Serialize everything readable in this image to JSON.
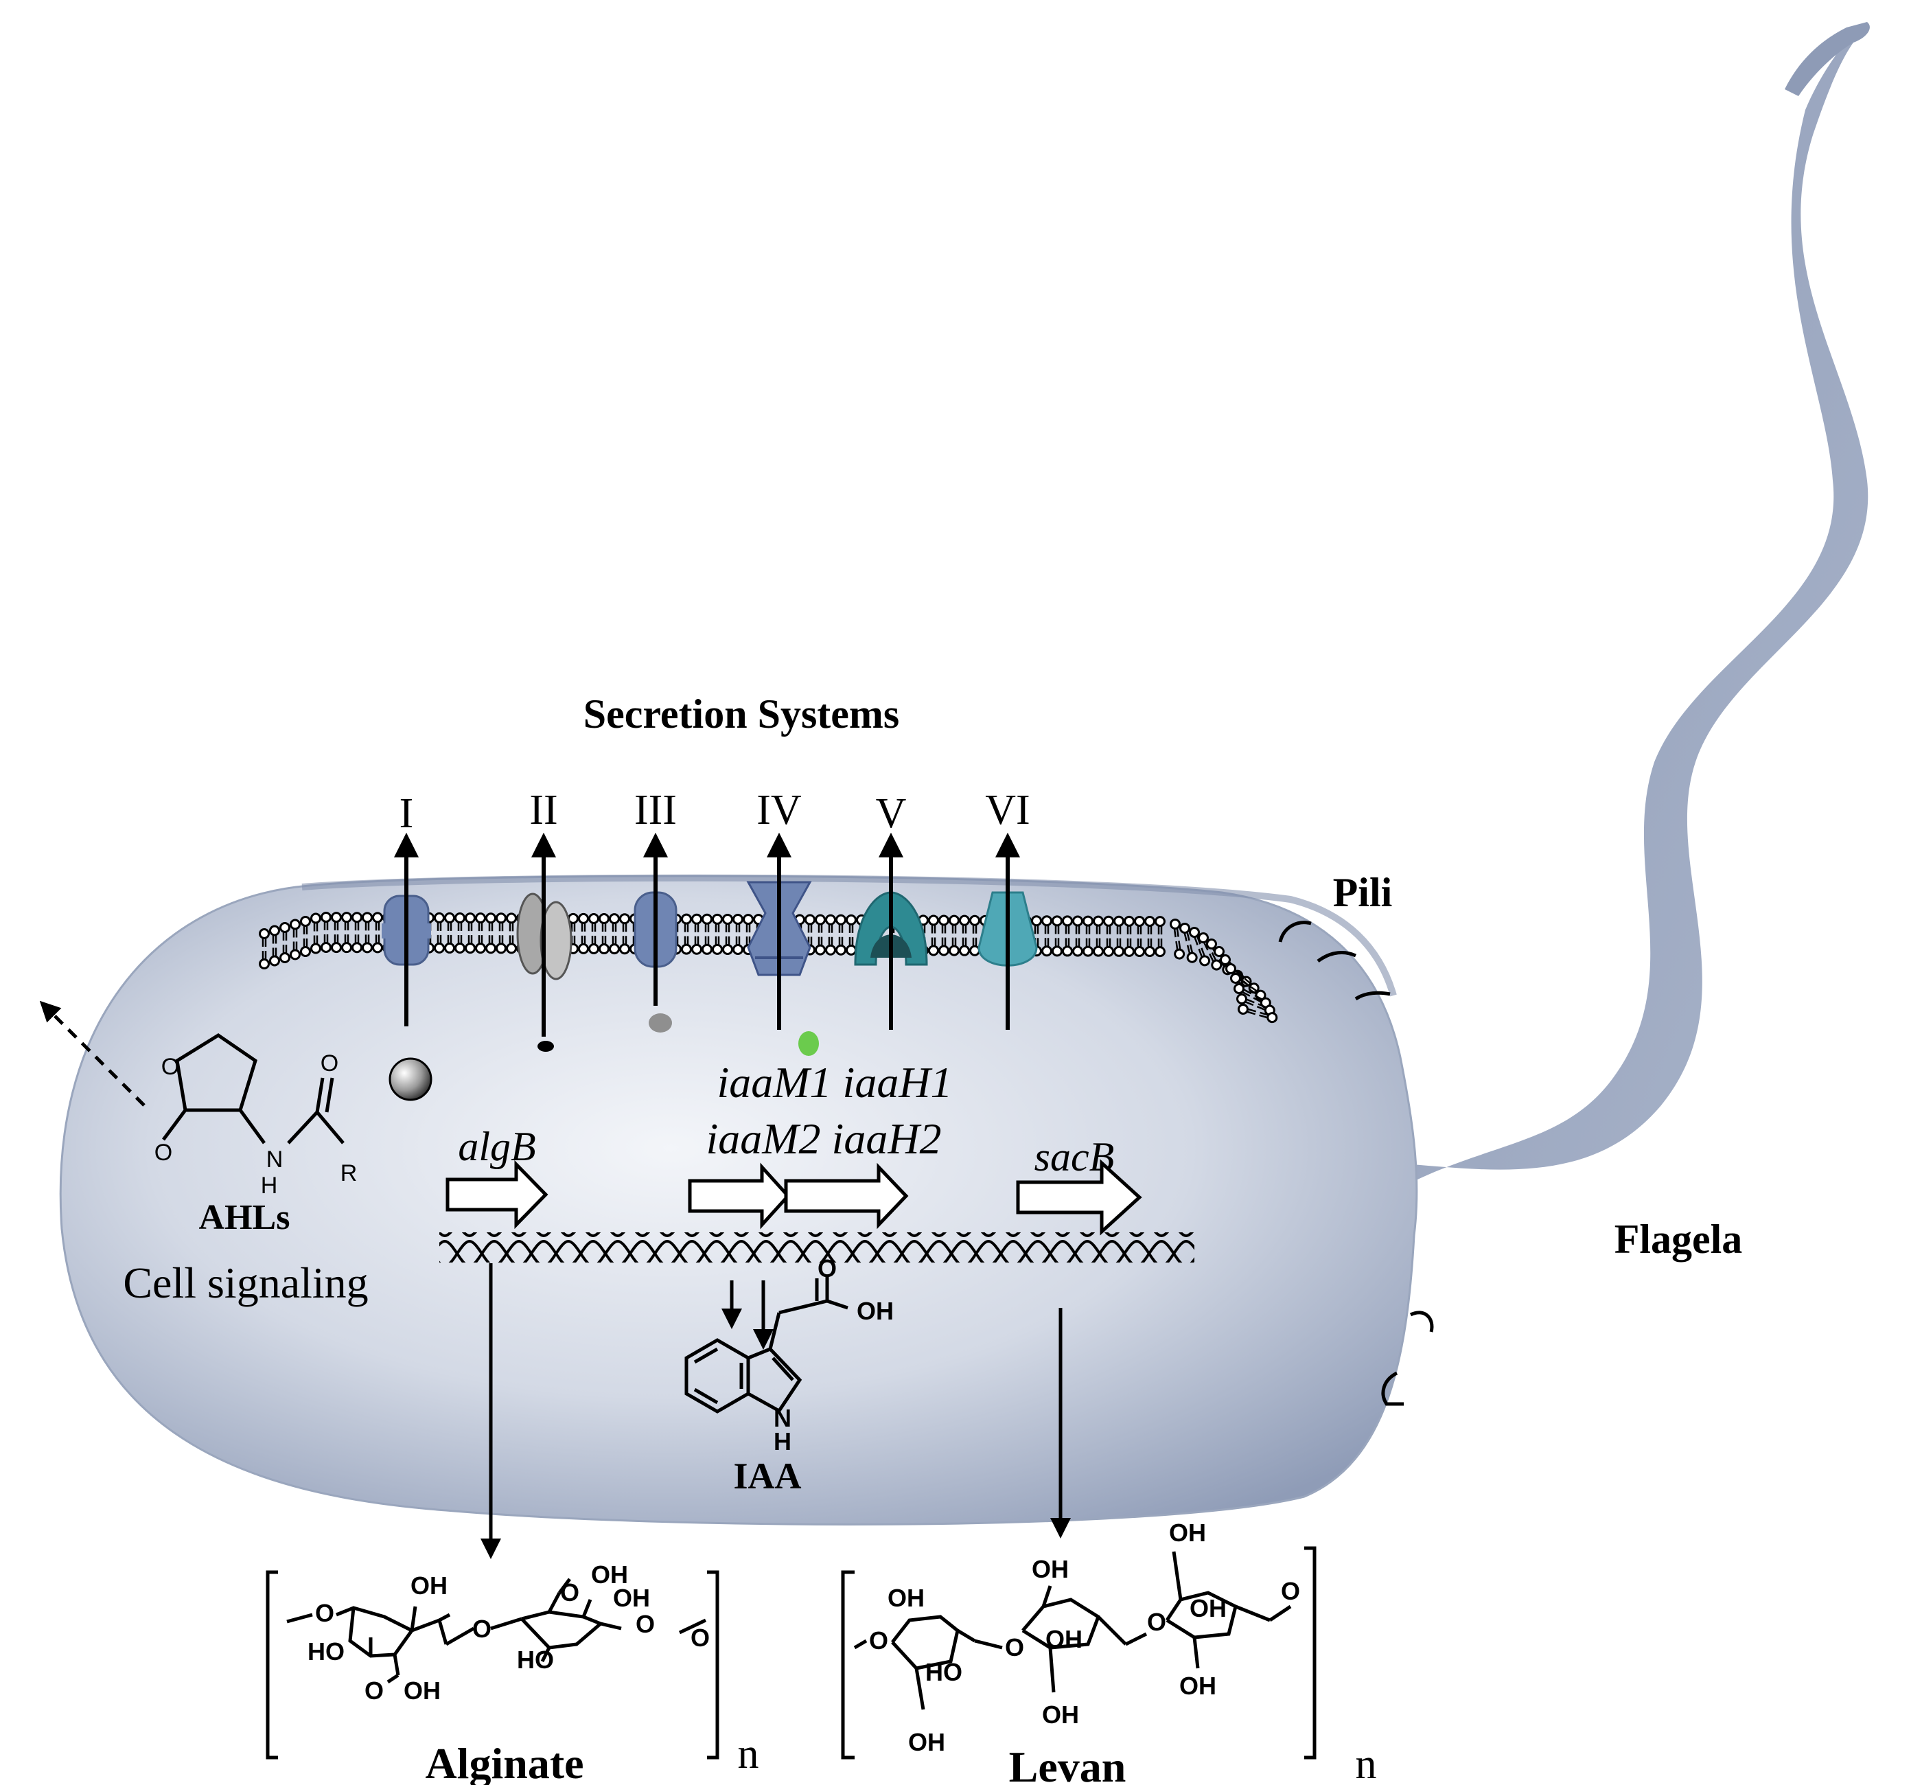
{
  "title": "Secretion Systems",
  "secretion_systems": [
    {
      "label": "I",
      "color": "#6f85b3"
    },
    {
      "label": "II",
      "color": "#a8a8a8"
    },
    {
      "label": "III",
      "color": "#6f85b3"
    },
    {
      "label": "IV",
      "color": "#6f85b3"
    },
    {
      "label": "V",
      "color": "#2e8a92"
    },
    {
      "label": "VI",
      "color": "#4fa8b6"
    }
  ],
  "labels": {
    "pili": "Pili",
    "flagela": "Flagela",
    "ahls": "AHLs",
    "cell_signaling": "Cell signaling",
    "algB": "algB",
    "iaa_genes_line1": "iaaM1 iaaH1",
    "iaa_genes_line2": "iaaM2 iaaH2",
    "sacB": "sacB",
    "iaa": "IAA",
    "alginate": "Alginate",
    "levan": "Levan",
    "n_alginate": "n",
    "n_levan": "n"
  },
  "chem_text": {
    "o": "O",
    "n": "N",
    "h": "H",
    "r": "R",
    "oh": "OH",
    "ho": "HO"
  },
  "colors": {
    "cell_fill": "#c9d1e0",
    "cell_edge": "#8e9bb5",
    "flagellum": "#9aa7c0",
    "ink": "#000000"
  }
}
